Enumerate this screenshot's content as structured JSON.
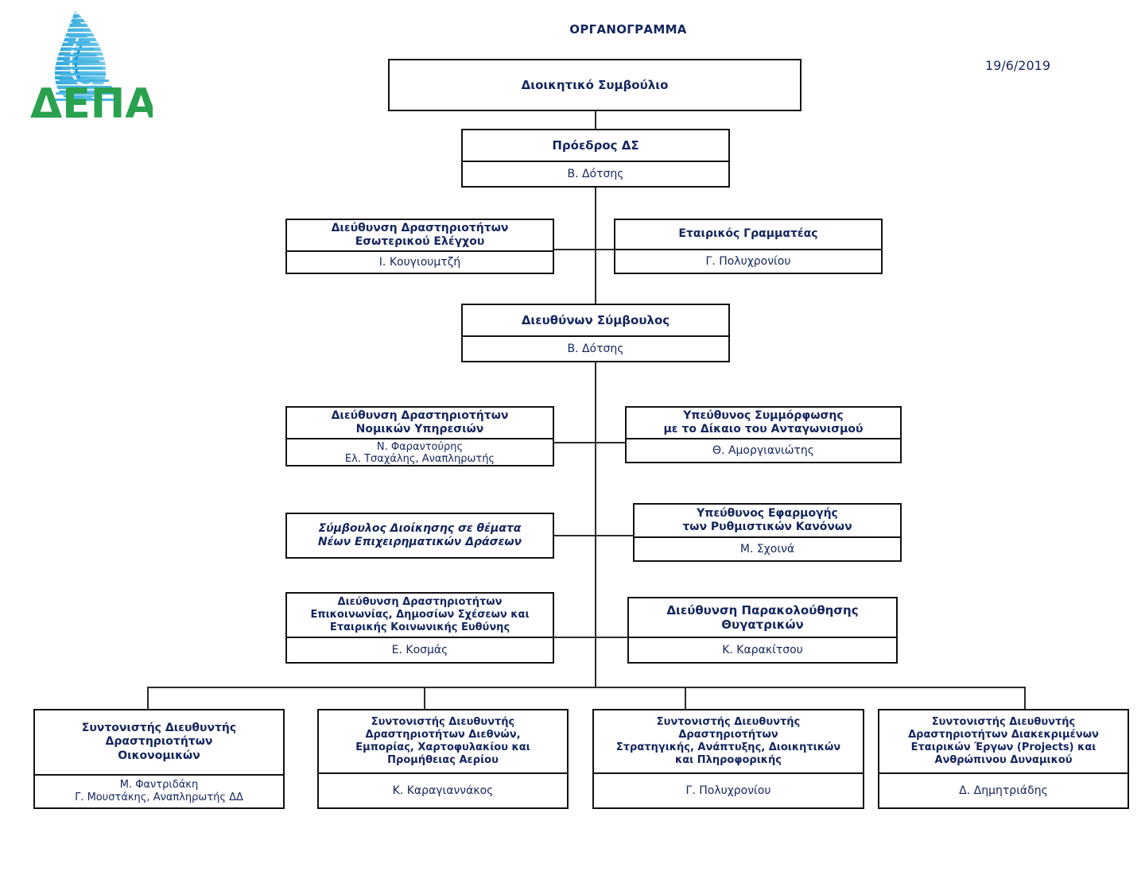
{
  "header": {
    "title": "ΟΡΓΑΝΟΓΡΑΜΜΑ",
    "date": "19/6/2019",
    "logo_text": "ΔΕΠΑ",
    "logo_icon": "flame-droplet-icon",
    "colors": {
      "logo_green": "#2aa14e",
      "logo_blue": "#2aa8dd",
      "text_navy": "#14255e",
      "border": "#111111",
      "connector": "#2b2b2b"
    }
  },
  "nodes": {
    "board": {
      "title": "Διοικητικό Συμβούλιο",
      "name": ""
    },
    "chairman": {
      "title": "Πρόεδρος ΔΣ",
      "name": "Β. Δότσης"
    },
    "internal_audit": {
      "title": "Διεύθυνση Δραστηριοτήτων\nΕσωτερικού Ελέγχου",
      "name": "Ι. Κουγιουμτζή"
    },
    "corporate_secretary": {
      "title": "Εταιρικός Γραμματέας",
      "name": "Γ. Πολυχρονίου"
    },
    "ceo": {
      "title": "Διευθύνων Σύμβουλος",
      "name": "Β. Δότσης"
    },
    "legal": {
      "title": "Διεύθυνση Δραστηριοτήτων\nΝομικών Υπηρεσιών",
      "name": "Ν. Φαραντούρης\nΕλ. Τσαχάλης, Αναπληρωτής"
    },
    "competition_compliance": {
      "title": "Υπεύθυνος Συμμόρφωσης\nμε το Δίκαιο του Ανταγωνισμού",
      "name": "Θ. Αμοργιανιώτης"
    },
    "new_business_advisor": {
      "title": "Σύμβουλος Διοίκησης σε θέματα\nΝέων Επιχειρηματικών Δράσεων",
      "name": ""
    },
    "regulatory_compliance": {
      "title": "Υπεύθυνος Εφαρμογής\nτων Ρυθμιστικών Κανόνων",
      "name": "Μ. Σχοινά"
    },
    "communications": {
      "title": "Διεύθυνση Δραστηριοτήτων\nΕπικοινωνίας, Δημοσίων Σχέσεων και\nΕταιρικής Κοινωνικής Ευθύνης",
      "name": "Ε. Κοσμάς"
    },
    "subsidiaries": {
      "title": "Διεύθυνση Παρακολούθησης\nΘυγατρικών",
      "name": "Κ. Καρακίτσου"
    },
    "coord_finance": {
      "title": "Συντονιστής Διευθυντής\nΔραστηριοτήτων\nΟικονομικών",
      "name": "Μ. Φαντριδάκη\nΓ. Μουστάκης, Αναπληρωτής ΔΔ"
    },
    "coord_international": {
      "title": "Συντονιστής Διευθυντής\nΔραστηριοτήτων Διεθνών,\nΕμπορίας, Χαρτοφυλακίου και\nΠρομήθειας Αερίου",
      "name": "Κ. Καραγιαννάκος"
    },
    "coord_strategy": {
      "title": "Συντονιστής Διευθυντής\nΔραστηριοτήτων\nΣτρατηγικής, Ανάπτυξης, Διοικητικών\nκαι Πληροφορικής",
      "name": "Γ. Πολυχρονίου"
    },
    "coord_projects": {
      "title": "Συντονιστής Διευθυντής\nΔραστηριοτήτων Διακεκριμένων\nΕταιρικών Έργων (Projects) και\nΑνθρώπινου Δυναμικού",
      "name": "Δ. Δημητριάδης"
    }
  }
}
